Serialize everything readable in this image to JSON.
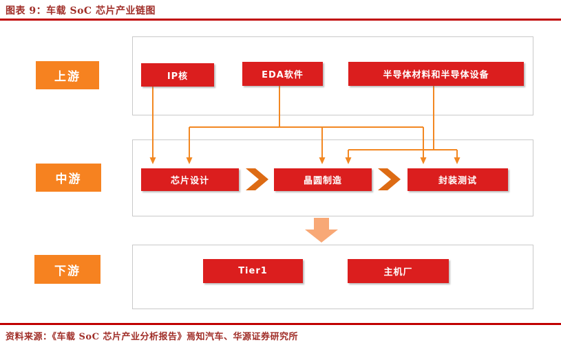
{
  "header": {
    "title": "图表 9：车载 SoC 芯片产业链图"
  },
  "stages": [
    {
      "label": "上游",
      "nodes": [
        "IP核",
        "EDA软件",
        "半导体材料和半导体设备"
      ]
    },
    {
      "label": "中游",
      "nodes": [
        "芯片设计",
        "晶圆制造",
        "封装测试"
      ]
    },
    {
      "label": "下游",
      "nodes": [
        "Tier1",
        "主机厂"
      ]
    }
  ],
  "edges": [
    "IP核 → 芯片设计",
    "EDA软件 → 芯片设计",
    "EDA软件 → 晶圆制造",
    "EDA软件 → 封装测试",
    "半导体材料和半导体设备 → 晶圆制造",
    "半导体材料和半导体设备 → 封装测试",
    "芯片设计 → 晶圆制造",
    "晶圆制造 → 封装测试",
    "中游 → 下游"
  ],
  "footer": {
    "source": "资料来源：《车载 SoC 芯片产业分析报告》焉知汽车、华源证券研究所"
  },
  "colors": {
    "node_red": "#DB1E1E",
    "stage_orange": "#F68220",
    "connector_orange": "#F28721",
    "chevron_orange": "#DD6B14",
    "flow_arrow_salmon": "#F8A876",
    "title_red": "#A02E28",
    "rule_red": "#C00000",
    "panel_border_gray": "#C9C9C9"
  }
}
